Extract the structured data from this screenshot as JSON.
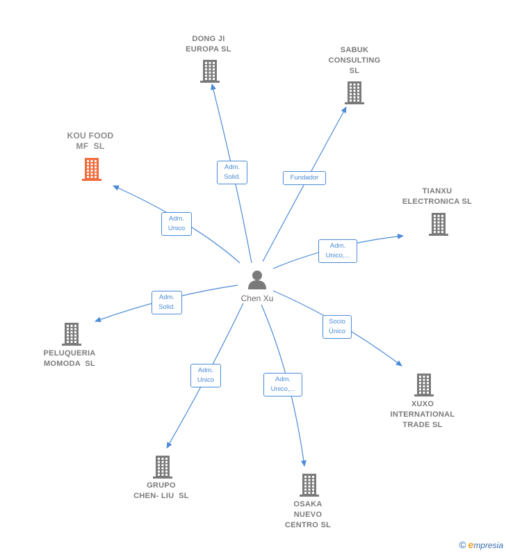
{
  "center": {
    "name": "Chen Xu",
    "icon": "person-icon"
  },
  "colors": {
    "edge": "#4a8ad6",
    "building": "#7a7a7a",
    "building_highlight": "#f26a3a"
  },
  "companies": [
    {
      "id": "dong-ji",
      "label": "DONG JI\nEUROPA SL",
      "role": "Adm.\nSolid."
    },
    {
      "id": "sabuk",
      "label": "SABUK\nCONSULTING\nSL",
      "role": "Fundador"
    },
    {
      "id": "kou-food",
      "label": "KOU FOOD\nMF  SL",
      "role": "Adm.\nUnico",
      "highlight": true
    },
    {
      "id": "tianxu",
      "label": "TIANXU\nELECTRONICA SL",
      "role": "Adm.\nUnico,..."
    },
    {
      "id": "peluqueria",
      "label": "PELUQUERIA\nMOMODA  SL",
      "role": "Adm.\nSolid."
    },
    {
      "id": "xuxo",
      "label": "XUXO\nINTERNATIONAL\nTRADE SL",
      "role": "Socio\nÚnico"
    },
    {
      "id": "grupo",
      "label": "GRUPO\nCHEN- LIU  SL",
      "role": "Adm.\nUnico"
    },
    {
      "id": "osaka",
      "label": "OSAKA\nNUEVO\nCENTRO SL",
      "role": "Adm.\nUnico,..."
    }
  ],
  "footer": {
    "copyright_symbol": "©",
    "brand_initial": "e",
    "brand_rest": "mpresia"
  }
}
